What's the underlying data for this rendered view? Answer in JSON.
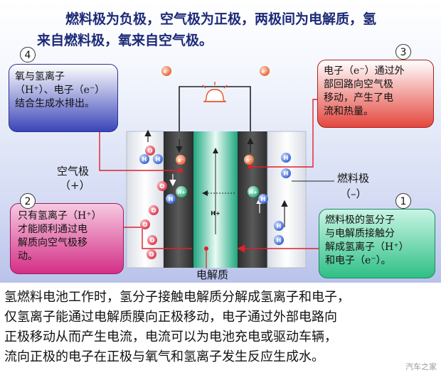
{
  "title": {
    "line1": "燃料极为负极，空气极为正极，两极间为电解质，氢",
    "line2": "来自燃料极，氧来自空气极。"
  },
  "steps": [
    {
      "num": "1",
      "lines": [
        "燃料极的氢分子",
        "与电解质接触分",
        "解成氢离子（H⁺）",
        "和电子（e⁻）。"
      ],
      "color": "#3ccf98"
    },
    {
      "num": "2",
      "lines": [
        "只有氢离子（H⁺）",
        "才能顺利通过电",
        "解质向空气极移",
        "动。"
      ],
      "color": "#d8398f"
    },
    {
      "num": "3",
      "lines": [
        "电子（e⁻）通过外",
        "部回路向空气极",
        "移动，产生了电",
        "流和热量。"
      ],
      "color": "#e03b34"
    },
    {
      "num": "4",
      "lines": [
        "氧与氢离子",
        "（H⁺）、电子（e⁻）",
        "结合生成水排出。"
      ],
      "color": "#3b45b8"
    }
  ],
  "labels": {
    "air": "空气极",
    "air_sign": "（+）",
    "fuel": "燃料极",
    "fuel_sign": "（–）",
    "electrolyte": "电解质"
  },
  "particles": {
    "electron": "e⁻",
    "hydrogen_ion": "H+",
    "hydrogen": "H",
    "oxygen": "O"
  },
  "caption": [
    "氢燃料电池工作时，氢分子接触电解质分解成氢离子和电子，",
    "仅氢离子能通过电解质膜向正极移动，电子通过外部电路向",
    "正极移动从而产生电流，电流可以为电池充电或驱动车辆，",
    "流向正极的电子在正极与氧气和氢离子发生反应生成水。"
  ],
  "watermark": "汽车之家",
  "colors": {
    "title": "#1c2a78",
    "wire": "#222222",
    "arrow_red": "#e0202a",
    "electrode": "#3d3d3d",
    "electrolyte": "#35c29a",
    "electron": "#ef7a4c",
    "oxygen": "#e25361",
    "hydrogen": "#3b6bd6"
  }
}
